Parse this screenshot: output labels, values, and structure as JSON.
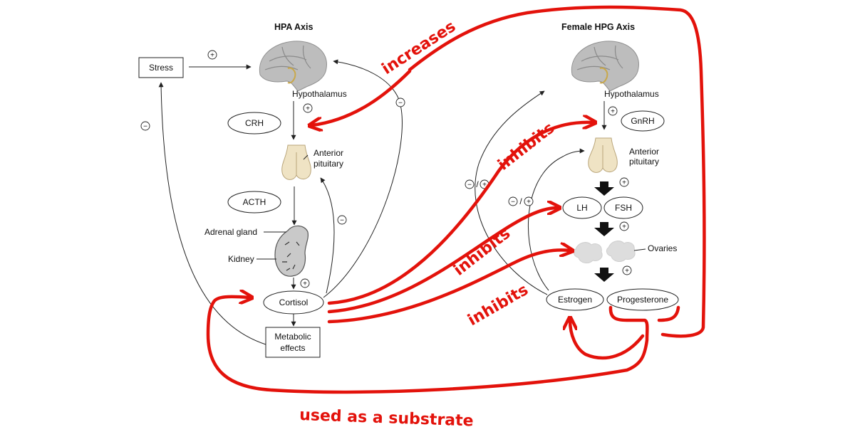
{
  "diagram": {
    "hpa": {
      "title": "HPA Axis",
      "stress": "Stress",
      "hypothalamus": "Hypothalamus",
      "crh": "CRH",
      "anterior": "Anterior",
      "pituitary": "pituitary",
      "acth": "ACTH",
      "adrenal_gland": "Adrenal gland",
      "kidney": "Kidney",
      "cortisol": "Cortisol",
      "metabolic": "Metabolic",
      "effects": "effects"
    },
    "hpg": {
      "title": "Female HPG Axis",
      "hypothalamus": "Hypothalamus",
      "gnrh": "GnRH",
      "anterior": "Anterior",
      "pituitary": "pituitary",
      "lh": "LH",
      "fsh": "FSH",
      "ovaries": "Ovaries",
      "estrogen": "Estrogen",
      "progesterone": "Progesterone"
    },
    "signs": {
      "plus": "+",
      "minus": "−",
      "minus_plus": "−/+"
    },
    "annotations": {
      "increases": "increases",
      "inhibits": "inhibits",
      "used_as_substrate": "used as a substrate"
    },
    "colors": {
      "annotation_red": "#e3120b",
      "brain_gray": "#b9b9b9",
      "pituitary_tan": "#efe3c4",
      "kidney_gray": "#c9c9c9",
      "ovary_gray": "#dddddd"
    }
  }
}
